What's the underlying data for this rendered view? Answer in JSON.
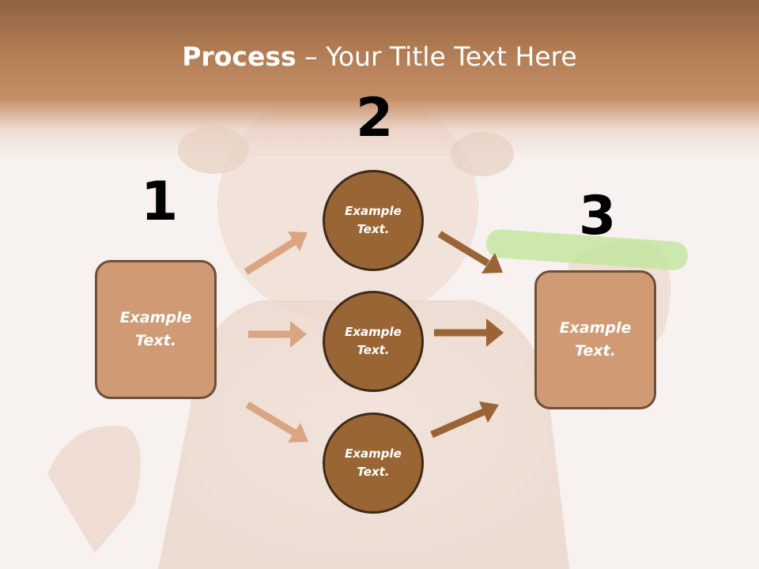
{
  "title": {
    "bold": "Process",
    "rest": " – Your Title Text Here"
  },
  "steps": [
    {
      "number": "1",
      "box_text": "Example Text."
    },
    {
      "number": "2",
      "circles": [
        "Example Text.",
        "Example Text.",
        "Example Text."
      ]
    },
    {
      "number": "3",
      "box_text": "Example Text."
    }
  ],
  "colors": {
    "header": "#b07a52",
    "box_fill": "#cf9a74",
    "circle_fill": "#9a6534",
    "arrow_light": "#d9a582",
    "arrow_dark": "#9b6436"
  }
}
